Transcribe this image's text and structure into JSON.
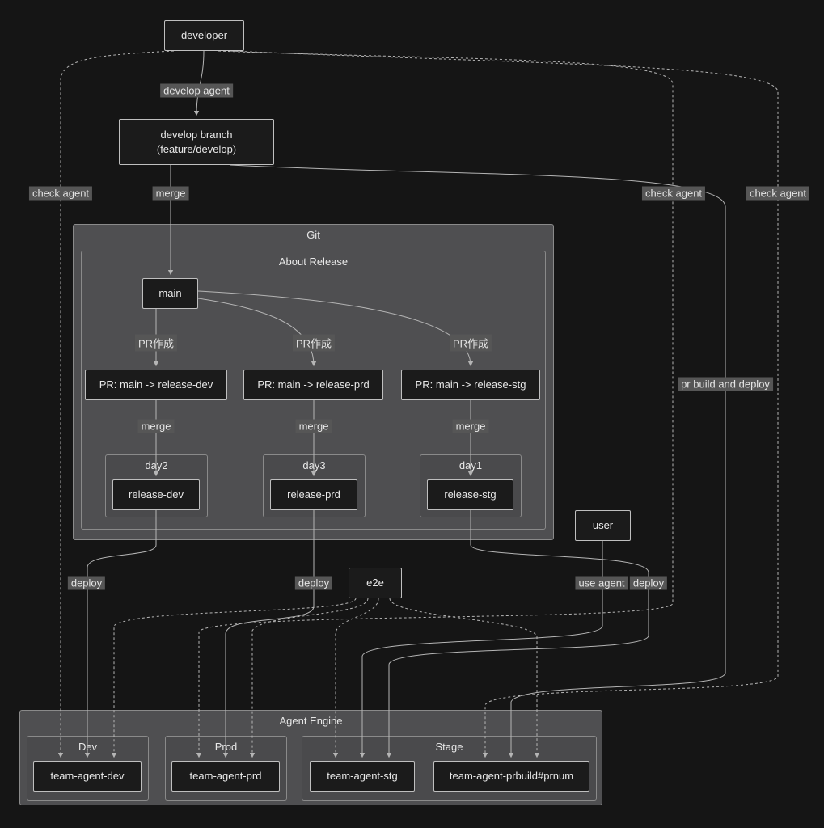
{
  "colors": {
    "background": "#151515",
    "node_fill": "#1b1b1b",
    "node_border": "#bfbfbf",
    "cluster_fill": "#4f4f51",
    "inner_cluster_fill": "#4a4a4c",
    "cluster_border": "#8a8a8a",
    "edge": "#b5b5b5",
    "edge_label_bg": "#565656",
    "text": "#e8e8e8"
  },
  "nodes": {
    "developer": {
      "label": "developer"
    },
    "develop_branch": {
      "line1": "develop branch",
      "line2": "(feature/develop)"
    },
    "main": {
      "label": "main"
    },
    "pr_dev": {
      "label": "PR: main -> release-dev"
    },
    "pr_prd": {
      "label": "PR: main -> release-prd"
    },
    "pr_stg": {
      "label": "PR: main -> release-stg"
    },
    "release_dev": {
      "label": "release-dev"
    },
    "release_prd": {
      "label": "release-prd"
    },
    "release_stg": {
      "label": "release-stg"
    },
    "user": {
      "label": "user"
    },
    "e2e": {
      "label": "e2e"
    },
    "team_agent_dev": {
      "label": "team-agent-dev"
    },
    "team_agent_prd": {
      "label": "team-agent-prd"
    },
    "team_agent_stg": {
      "label": "team-agent-stg"
    },
    "team_agent_prbuild": {
      "label": "team-agent-prbuild#prnum"
    }
  },
  "clusters": {
    "git": {
      "label": "Git"
    },
    "about_release": {
      "label": "About Release"
    },
    "day2": {
      "label": "day2"
    },
    "day3": {
      "label": "day3"
    },
    "day1": {
      "label": "day1"
    },
    "agent_engine": {
      "label": "Agent Engine"
    },
    "dev": {
      "label": "Dev"
    },
    "prod": {
      "label": "Prod"
    },
    "stage": {
      "label": "Stage"
    }
  },
  "edge_labels": {
    "develop_agent": "develop agent",
    "check_agent_left": "check agent",
    "merge_develop_to_main": "merge",
    "check_agent_right_1": "check agent",
    "check_agent_right_2": "check agent",
    "pr_create_dev": "PR作成",
    "pr_create_prd": "PR作成",
    "pr_create_stg": "PR作成",
    "merge_pr_dev": "merge",
    "merge_pr_prd": "merge",
    "merge_pr_stg": "merge",
    "pr_build_and_deploy": "pr build and deploy",
    "deploy_dev": "deploy",
    "deploy_prd": "deploy",
    "use_agent": "use agent",
    "deploy_stg": "deploy"
  }
}
